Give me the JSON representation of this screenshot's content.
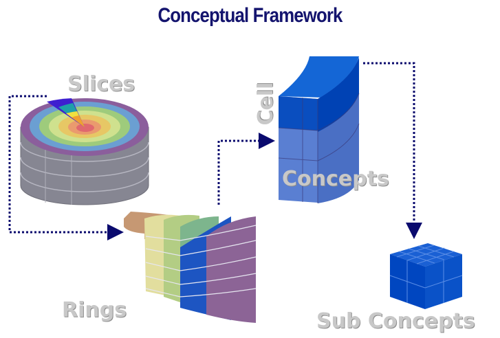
{
  "title": "Conceptual Framework",
  "labels": {
    "slices": "Slices",
    "rings": "Rings",
    "cell": "Cell",
    "concepts": "Concepts",
    "sub_concepts": "Sub Concepts"
  },
  "colors": {
    "title": "#14146e",
    "label": "#c8c8c8",
    "connector": "#0a0a6e",
    "concept_blue": "#0050c8",
    "concept_light": "#5a7fd2",
    "ring_bands": [
      "#e0766d",
      "#e8c95e",
      "#cfe089",
      "#a4cf84",
      "#6fa2cf",
      "#9c6fa8",
      "#8a8a96"
    ],
    "arrow_bands": [
      "#c99a76",
      "#e3dea0",
      "#b7cf86",
      "#7fb78e",
      "#1c57c0",
      "#8d6597"
    ]
  }
}
